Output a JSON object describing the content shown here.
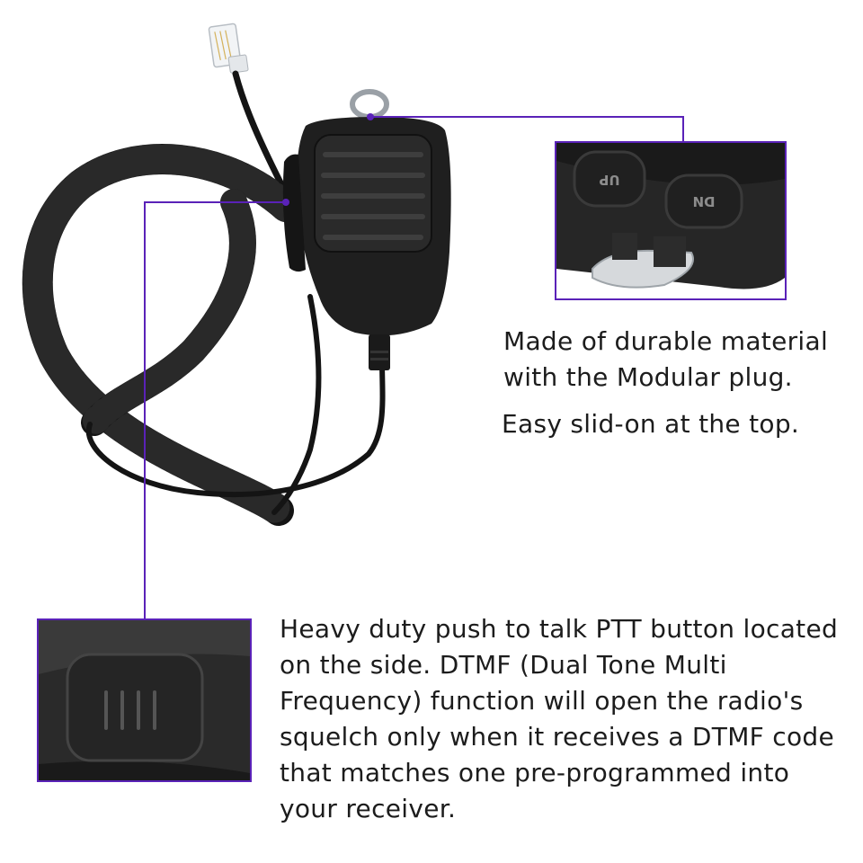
{
  "product": {
    "name": "handheld speaker microphone with coiled cord and modular plug"
  },
  "top_inset": {
    "description": "close-up of the top of the microphone with UP and DN buttons and the hanger clip",
    "buttons": [
      "UP",
      "DN"
    ]
  },
  "bottom_inset": {
    "description": "close-up of the ridged PTT side button"
  },
  "captions": {
    "material": "Made of durable material with the Modular plug.",
    "slide_on": "Easy slid-on at the top.",
    "ptt": "Heavy duty push to talk PTT button located on the side. DTMF (Dual Tone Multi Frequency) function will open the radio's squelch only when it receives a DTMF code that matches one pre-programmed into your receiver."
  },
  "colors": {
    "accent": "#5a22b8",
    "device": "#1e1e1e"
  }
}
